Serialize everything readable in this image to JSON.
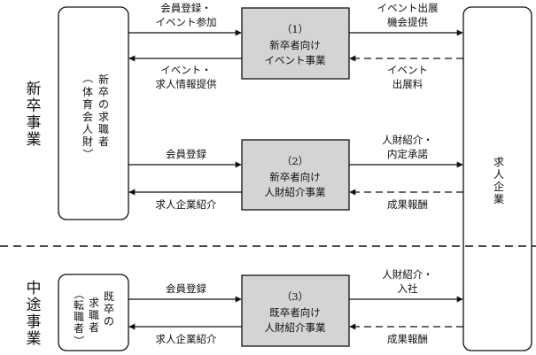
{
  "sections": {
    "new_grad": {
      "label_chars": [
        "新",
        "卒",
        "事",
        "業"
      ]
    },
    "mid_career": {
      "label_chars": [
        "中",
        "途",
        "事",
        "業"
      ]
    }
  },
  "left_entities": {
    "new_grad_job_seekers": {
      "col1": [
        "新",
        "卒",
        "の",
        "求",
        "職",
        "者"
      ],
      "col2": [
        "（",
        "体",
        "育",
        "会",
        "人",
        "財",
        "）"
      ]
    },
    "experienced_job_seekers": {
      "col1": [
        "既",
        "卒",
        "の"
      ],
      "col2": [
        "求",
        "職",
        "者"
      ],
      "col3": [
        "（",
        "転",
        "職",
        "者",
        "）"
      ]
    }
  },
  "right_entity": {
    "chars": [
      "求",
      "人",
      "企",
      "業"
    ]
  },
  "services": [
    {
      "number": "（1）",
      "line1": "新卒者向け",
      "line2": "イベント事業"
    },
    {
      "number": "（2）",
      "line1": "新卒者向け",
      "line2": "人財紹介事業"
    },
    {
      "number": "（3）",
      "line1": "既卒者向け",
      "line2": "人財紹介事業"
    }
  ],
  "flows": {
    "row1": {
      "left_to_service": [
        "会員登録・",
        "イベント参加"
      ],
      "service_to_left": [
        "イベント・",
        "求人情報提供"
      ],
      "service_to_right": [
        "イベント出展",
        "機会提供"
      ],
      "right_to_service": [
        "イベント",
        "出展料"
      ]
    },
    "row2": {
      "left_to_service": [
        "会員登録"
      ],
      "service_to_left": [
        "求人企業紹介"
      ],
      "service_to_right": [
        "人財紹介・",
        "内定承諾"
      ],
      "right_to_service": [
        "成果報酬"
      ]
    },
    "row3": {
      "left_to_service": [
        "会員登録"
      ],
      "service_to_left": [
        "求人企業紹介"
      ],
      "service_to_right": [
        "人財紹介・",
        "入社"
      ],
      "right_to_service": [
        "成果報酬"
      ]
    }
  },
  "colors": {
    "line": "#111111",
    "service_fill": "#d4d4d4",
    "background": "#ffffff"
  }
}
